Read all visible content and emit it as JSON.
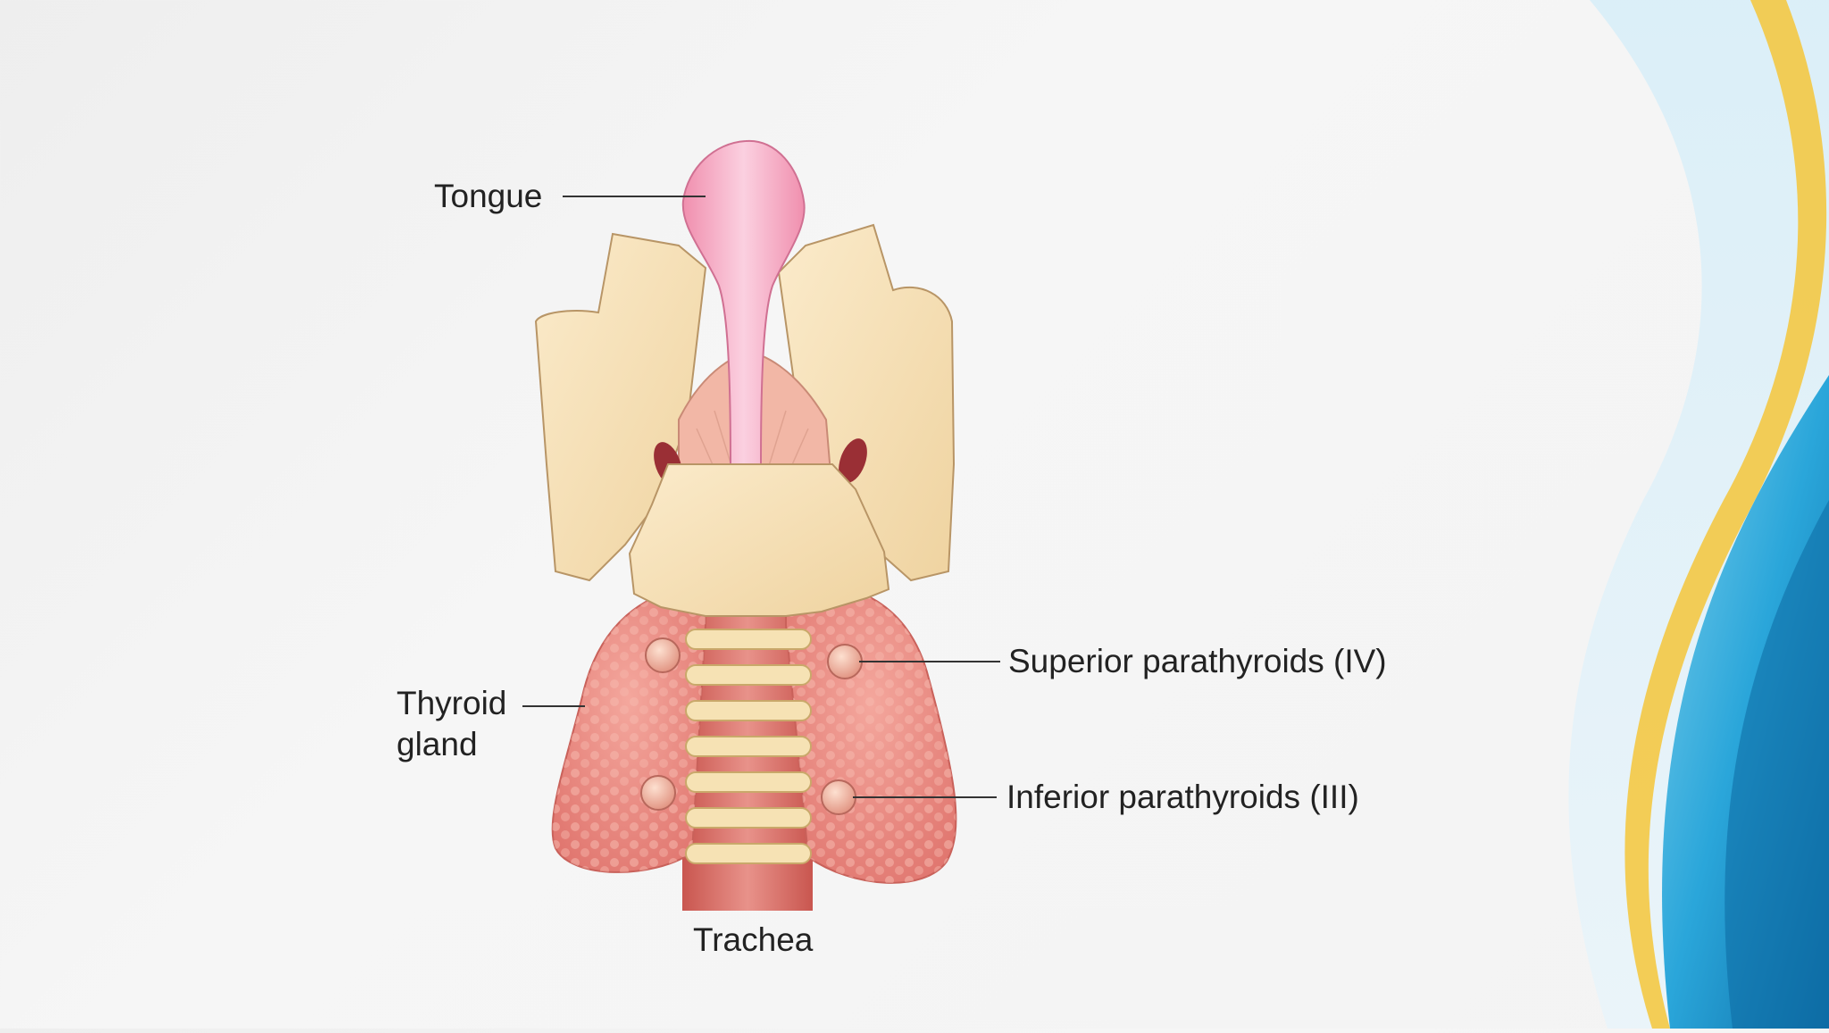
{
  "diagram": {
    "labels": {
      "tongue": "Tongue",
      "thyroid_line1": "Thyroid",
      "thyroid_line2": "gland",
      "superior": "Superior parathyroids (IV)",
      "inferior": "Inferior parathyroids (III)",
      "trachea": "Trachea"
    }
  },
  "colors": {
    "slide_background": "#f3f3f3",
    "cartilage": "#f5deb3",
    "tongue": "#f4a9c0",
    "thyroid": "#e8837c",
    "tracheal_ring": "#f3e0b0",
    "decor_yellow": "#f5c53a",
    "decor_blue": "#1f8fc8"
  }
}
